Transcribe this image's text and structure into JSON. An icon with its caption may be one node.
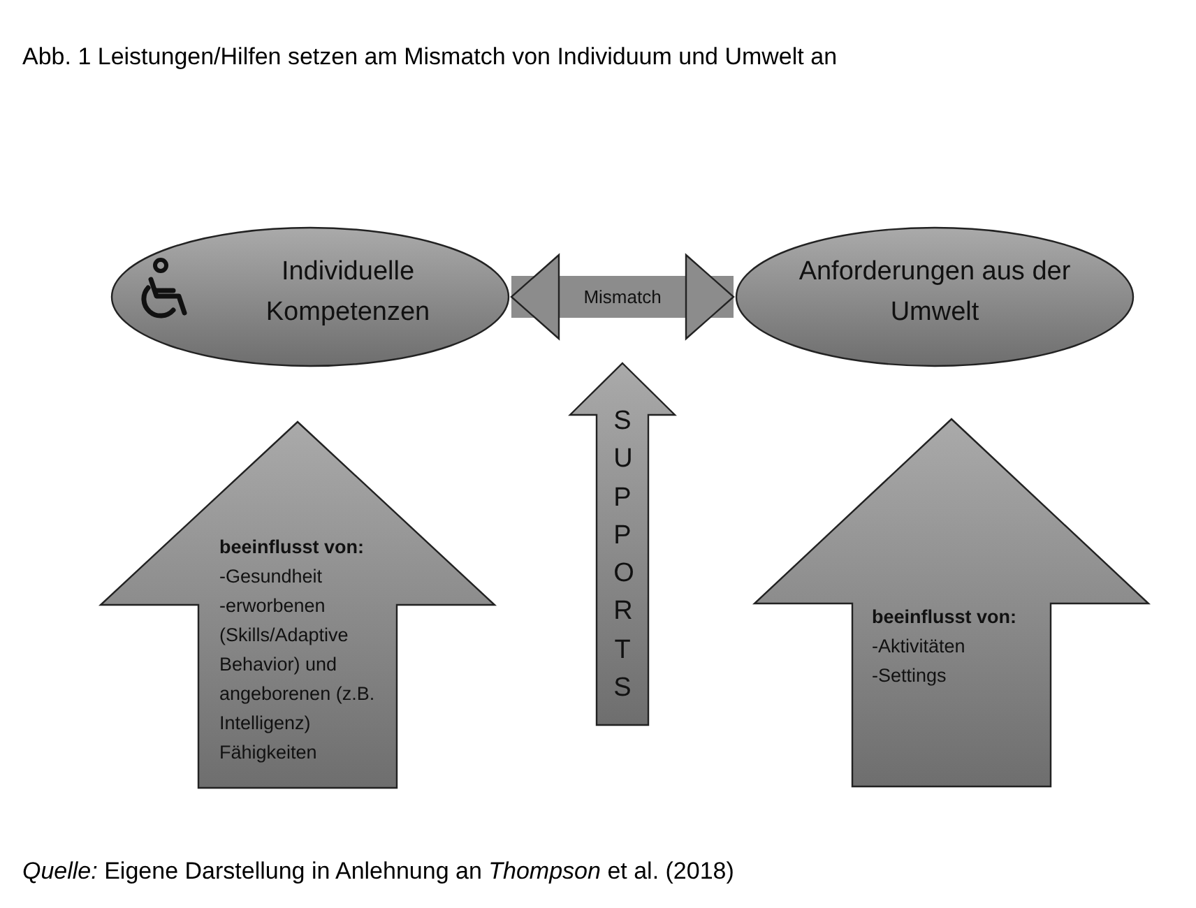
{
  "diagram": {
    "title": "Abb. 1 Leistungen/Hilfen setzen am Mismatch von Individuum und Umwelt an",
    "caption": "*Quelle:* Eigene Darstellung in Anlehnung an *Thompson* et al. (2018)",
    "nodes": [
      {
        "text": [
          "Individuelle Kompetenzen"
        ]
      },
      {
        "text": [
          "Anforderungen aus der Umwelt"
        ]
      },
      {
        "text": [
          "beeinflusst von:",
          "-Gesundheit",
          "-erworbenen (Skills/Adaptive Behavior) und angeborenen (z.B. Intelligenz) Fähigkeiten"
        ]
      },
      {
        "text": [
          "SUPPORTS"
        ]
      },
      {
        "text": [
          "beeinflusst von:",
          "-Aktivitäten",
          "-Settings"
        ]
      }
    ],
    "edges": [
      {
        "from": 0,
        "to": 1,
        "arrow": "both",
        "label": "Mismatch"
      }
    ]
  }
}
